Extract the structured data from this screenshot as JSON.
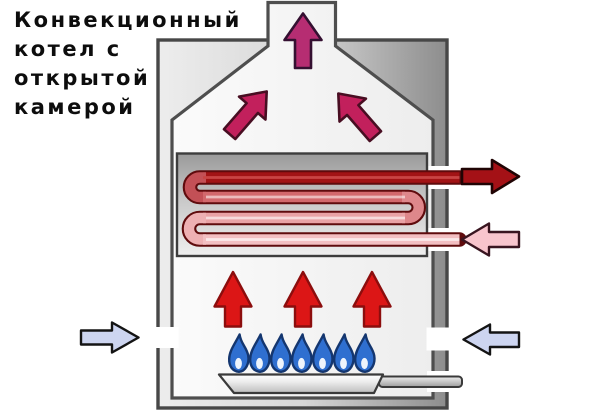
{
  "title": {
    "line1": "Конвекционный",
    "line2": "котел с",
    "line3": "открытой",
    "line4": "камерой"
  },
  "diagram": {
    "flame_count": 7,
    "colors": {
      "flue_arrow": "#b62d72",
      "hot_gas_arrow": "#c2205c",
      "combustion_arrow": "#dc1616",
      "hot_water_arrow": "#a41116",
      "return_water_arrow": "#f8c5cd",
      "air_arrow": "#cdd5f0",
      "flame": "#2f6fd0",
      "pipe_hot": "#a21315",
      "pipe_u1": "#c35056",
      "pipe_warm": "#d2686c",
      "pipe_u2": "#de878b",
      "pipe_tepid": "#e9a2a5",
      "pipe_u3": "#eeb0b3",
      "pipe_cold": "#f3bfc2"
    }
  }
}
